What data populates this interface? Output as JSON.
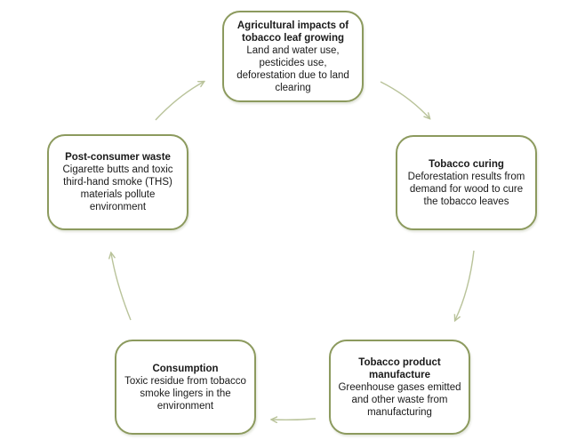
{
  "diagram": {
    "type": "cycle",
    "colors": {
      "box_border": "#8c9a5e",
      "box_fill": "#ffffff",
      "arrow": "#b9c39a",
      "text": "#1a1a1a"
    },
    "nodes": [
      {
        "id": "agri",
        "title": "Agricultural impacts of tobacco leaf growing",
        "description": "Land and water use, pesticides use, deforestation due to land clearing"
      },
      {
        "id": "curing",
        "title": "Tobacco curing",
        "description": "Deforestation results from demand for wood to cure the tobacco leaves"
      },
      {
        "id": "manuf",
        "title": "Tobacco product manufacture",
        "description": "Greenhouse gases emitted and other waste from manufacturing"
      },
      {
        "id": "consum",
        "title": "Consumption",
        "description": "Toxic residue from tobacco smoke lingers in the environment"
      },
      {
        "id": "waste",
        "title": "Post-consumer waste",
        "description": "Cigarette butts and toxic third-hand smoke (THS) materials pollute environment"
      }
    ],
    "edges": [
      {
        "from": "agri",
        "to": "curing"
      },
      {
        "from": "curing",
        "to": "manuf"
      },
      {
        "from": "manuf",
        "to": "consum"
      },
      {
        "from": "consum",
        "to": "waste"
      },
      {
        "from": "waste",
        "to": "agri"
      }
    ]
  }
}
